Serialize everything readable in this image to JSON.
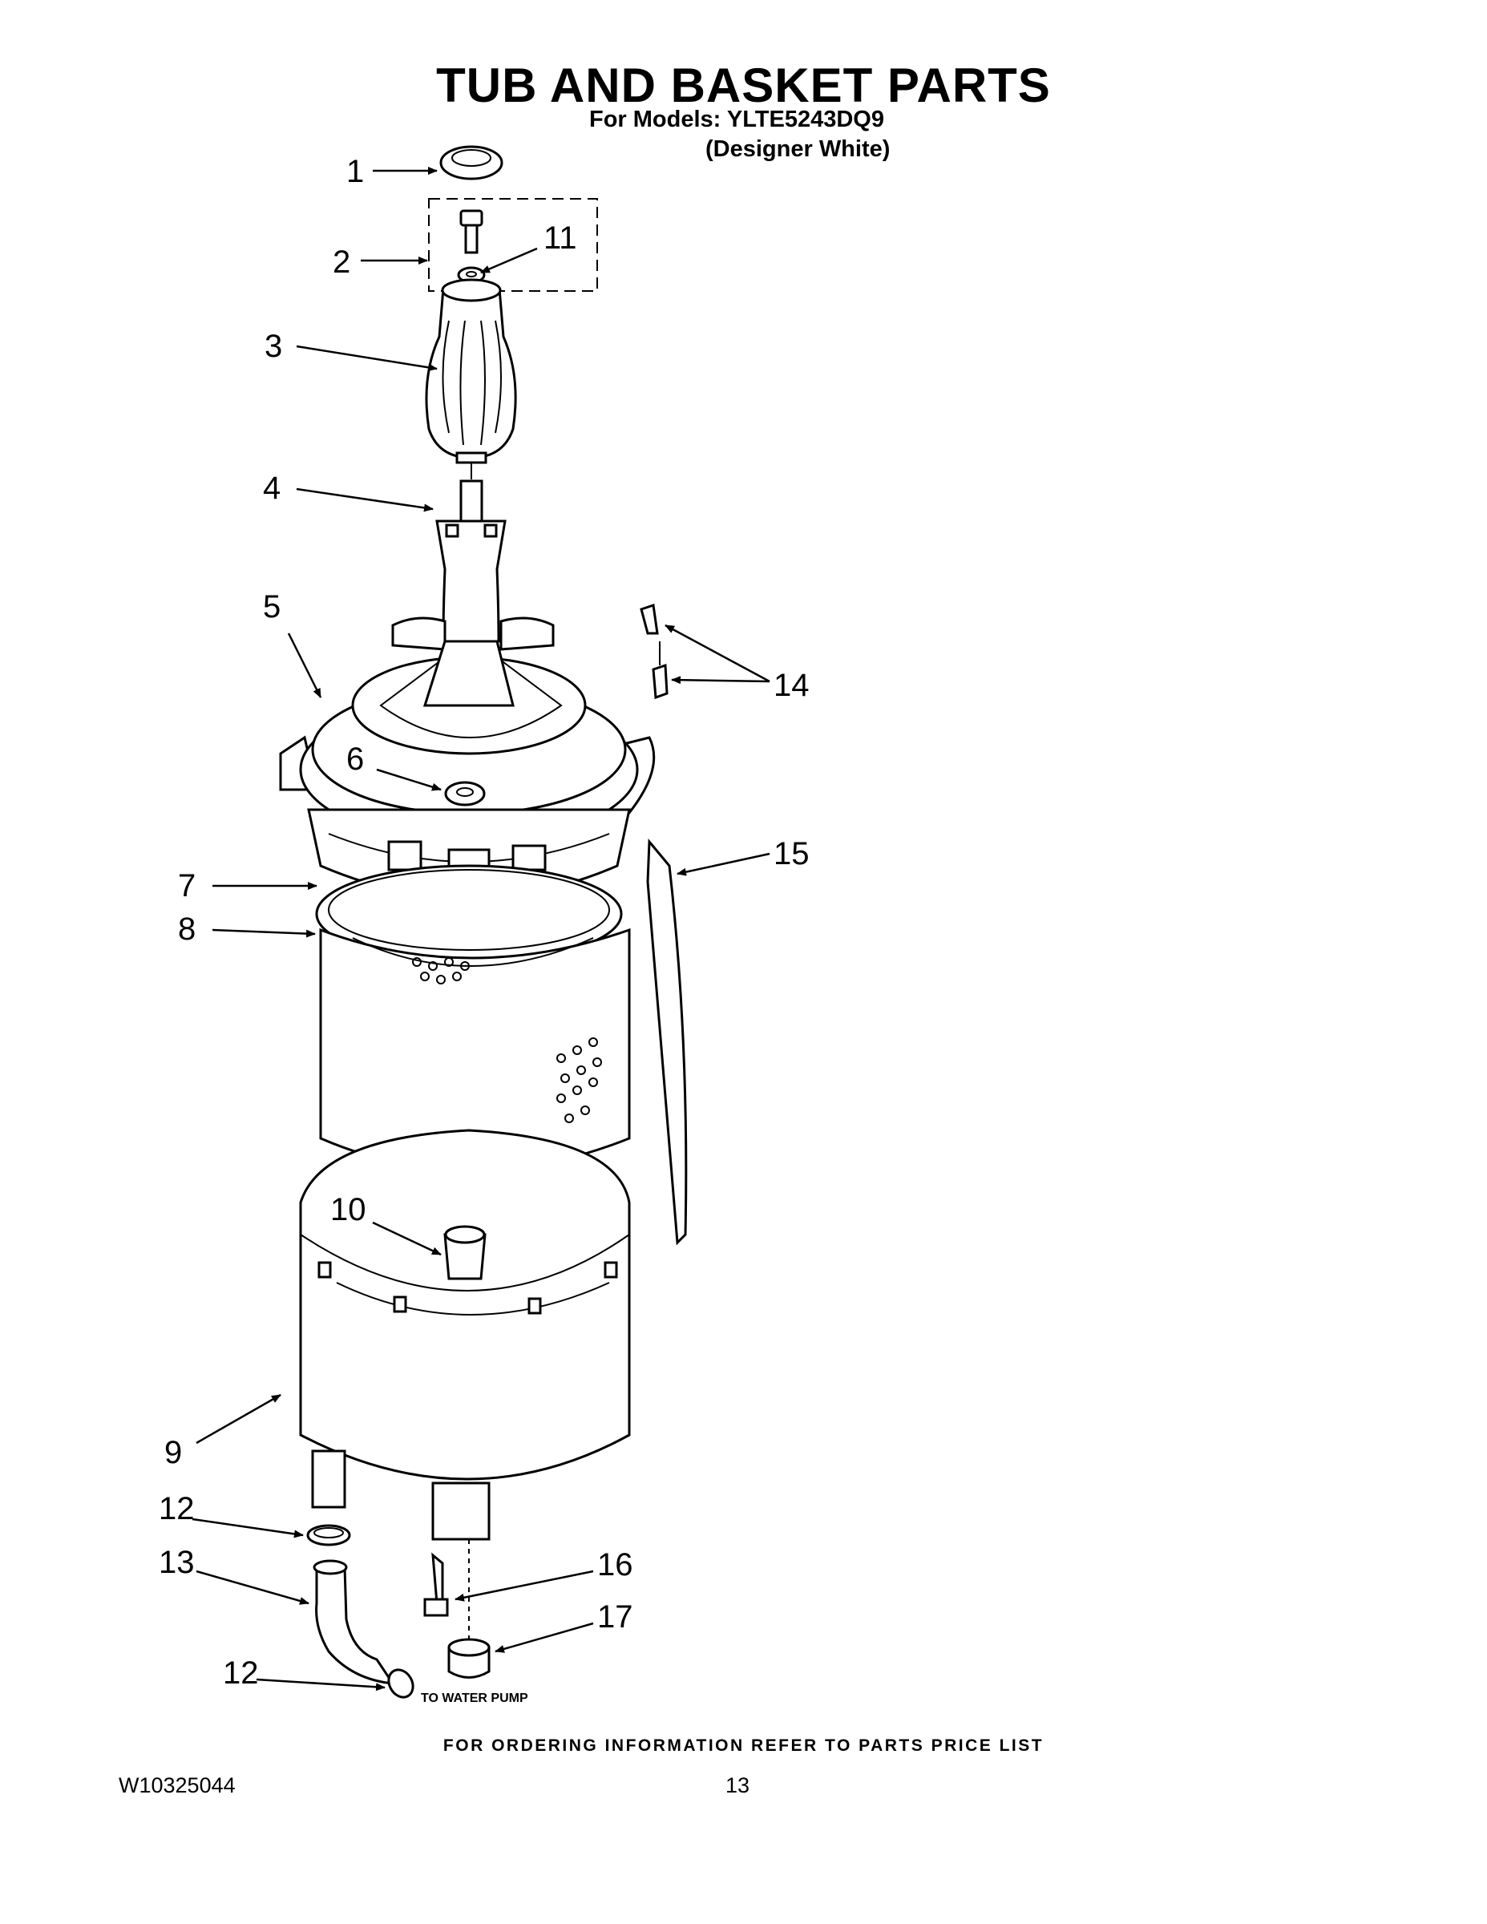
{
  "header": {
    "title": "TUB AND BASKET PARTS",
    "models_line": "For Models: YLTE5243DQ9",
    "color_line": "(Designer White)"
  },
  "callouts": {
    "c1": "1",
    "c2": "2",
    "c3": "3",
    "c4": "4",
    "c5": "5",
    "c6": "6",
    "c7": "7",
    "c8": "8",
    "c9": "9",
    "c10": "10",
    "c11": "11",
    "c12a": "12",
    "c12b": "12",
    "c13": "13",
    "c14": "14",
    "c15": "15",
    "c16": "16",
    "c17": "17"
  },
  "annotations": {
    "to_water_pump": "TO WATER PUMP"
  },
  "footer": {
    "ordering_note": "FOR ORDERING INFORMATION REFER TO PARTS PRICE LIST",
    "document_number": "W10325044",
    "page_number": "13"
  }
}
